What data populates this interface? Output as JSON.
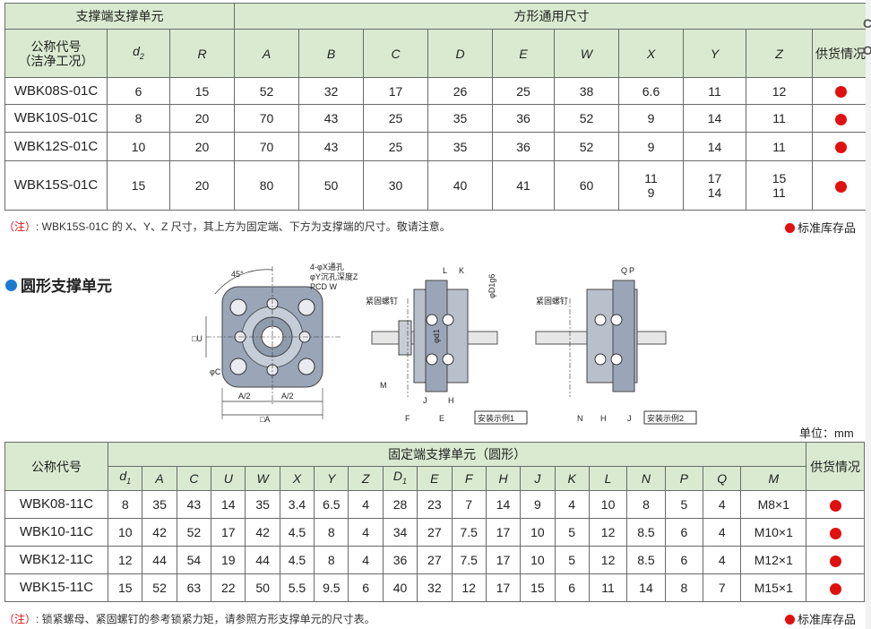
{
  "top_table": {
    "group_left": "支撑端支撑单元",
    "group_right": "方形通用尺寸",
    "code_label_1": "公称代号",
    "code_label_2": "（洁净工况）",
    "cols": [
      "d2",
      "R",
      "A",
      "B",
      "C",
      "D",
      "E",
      "W",
      "X",
      "Y",
      "Z"
    ],
    "supply": "供货情况",
    "rows": [
      {
        "code": "WBK08S-01C",
        "d2": "6",
        "R": "15",
        "A": "52",
        "B": "32",
        "C": "17",
        "D": "26",
        "E": "25",
        "W": "38",
        "X": "6.6",
        "Y": "11",
        "Z": "12"
      },
      {
        "code": "WBK10S-01C",
        "d2": "8",
        "R": "20",
        "A": "70",
        "B": "43",
        "C": "25",
        "D": "35",
        "E": "36",
        "W": "52",
        "X": "9",
        "Y": "14",
        "Z": "11"
      },
      {
        "code": "WBK12S-01C",
        "d2": "10",
        "R": "20",
        "A": "70",
        "B": "43",
        "C": "25",
        "D": "35",
        "E": "36",
        "W": "52",
        "X": "9",
        "Y": "14",
        "Z": "11"
      },
      {
        "code": "WBK15S-01C",
        "d2": "15",
        "R": "20",
        "A": "80",
        "B": "50",
        "C": "30",
        "D": "40",
        "E": "41",
        "W": "60",
        "X1": "11",
        "X2": "9",
        "Y1": "17",
        "Y2": "14",
        "Z1": "15",
        "Z2": "11"
      }
    ]
  },
  "note1": {
    "prefix": "（注）",
    "text": ": WBK15S-01C 的 X、Y、Z 尺寸，其上方为固定端、下方为支撑端的尺寸。敬请注意。"
  },
  "stock_label": "标准库存品",
  "section_title": "圆形支撑单元",
  "unit_label": "单位：mm",
  "drawing": {
    "angle": "45°",
    "hole_note_1": "4-φX通孔",
    "hole_note_2": "φY沉孔深度Z",
    "hole_note_3": "PCD W",
    "dim_U": "□U",
    "dim_C": "φC",
    "dim_A2_left": "A/2",
    "dim_A2_right": "A/2",
    "dim_A": "□A",
    "set_screw_1": "紧固螺钉",
    "set_screw_2": "紧固螺钉",
    "M": "M",
    "L": "L",
    "K": "K",
    "Q": "Q",
    "P": "P",
    "D1": "φD1g6",
    "d1": "φd1",
    "J": "J",
    "H": "H",
    "F": "F",
    "E": "E",
    "N": "N",
    "example1": "安装示例1",
    "example2": "安装示例2"
  },
  "bottom_table": {
    "code_label": "公称代号",
    "group": "固定端支撑单元（圆形）",
    "cols": [
      "d1",
      "A",
      "C",
      "U",
      "W",
      "X",
      "Y",
      "Z",
      "D1",
      "E",
      "F",
      "H",
      "J",
      "K",
      "L",
      "N",
      "P",
      "Q",
      "M"
    ],
    "supply": "供货情况",
    "rows": [
      {
        "code": "WBK08-11C",
        "vals": [
          "8",
          "35",
          "43",
          "14",
          "35",
          "3.4",
          "6.5",
          "4",
          "28",
          "23",
          "7",
          "14",
          "9",
          "4",
          "10",
          "8",
          "5",
          "4",
          "M8×1"
        ]
      },
      {
        "code": "WBK10-11C",
        "vals": [
          "10",
          "42",
          "52",
          "17",
          "42",
          "4.5",
          "8",
          "4",
          "34",
          "27",
          "7.5",
          "17",
          "10",
          "5",
          "12",
          "8.5",
          "6",
          "4",
          "M10×1"
        ]
      },
      {
        "code": "WBK12-11C",
        "vals": [
          "12",
          "44",
          "54",
          "19",
          "44",
          "4.5",
          "8",
          "4",
          "36",
          "27",
          "7.5",
          "17",
          "10",
          "5",
          "12",
          "8.5",
          "6",
          "4",
          "M12×1"
        ]
      },
      {
        "code": "WBK15-11C",
        "vals": [
          "15",
          "52",
          "63",
          "22",
          "50",
          "5.5",
          "9.5",
          "6",
          "40",
          "32",
          "12",
          "17",
          "15",
          "6",
          "11",
          "14",
          "8",
          "7",
          "M15×1"
        ]
      }
    ]
  },
  "note2": {
    "prefix": "（注）",
    "text": ": 锁紧螺母、紧固螺钉的参考锁紧力矩，请参照方形支撑单元的尺寸表。"
  },
  "edge_letters": [
    "C",
    "O"
  ],
  "colors": {
    "header_bg": "#d9ead0",
    "stock_dot": "#e01010",
    "section_dot": "#1b7ad0"
  }
}
